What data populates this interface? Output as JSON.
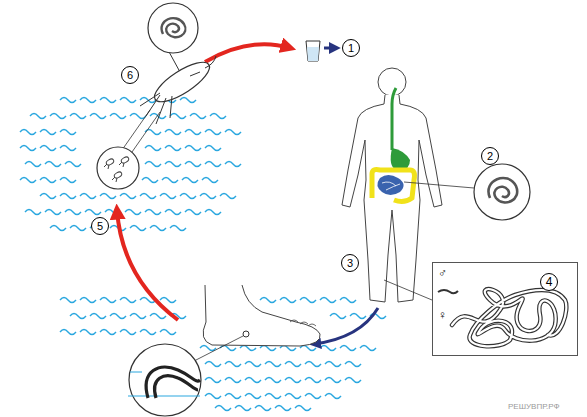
{
  "diagram": {
    "nodes": [
      {
        "text": [
          "1"
        ]
      },
      {
        "text": [
          "6"
        ]
      },
      {
        "text": [
          "2"
        ]
      },
      {
        "text": [
          "3"
        ]
      },
      {
        "text": [
          "♂",
          "♀"
        ]
      },
      {
        "text": [
          "4"
        ],
        "in": 4
      },
      {
        "text": [
          "5"
        ]
      }
    ],
    "labels": [
      "РЕШУВПР.РФ"
    ]
  }
}
